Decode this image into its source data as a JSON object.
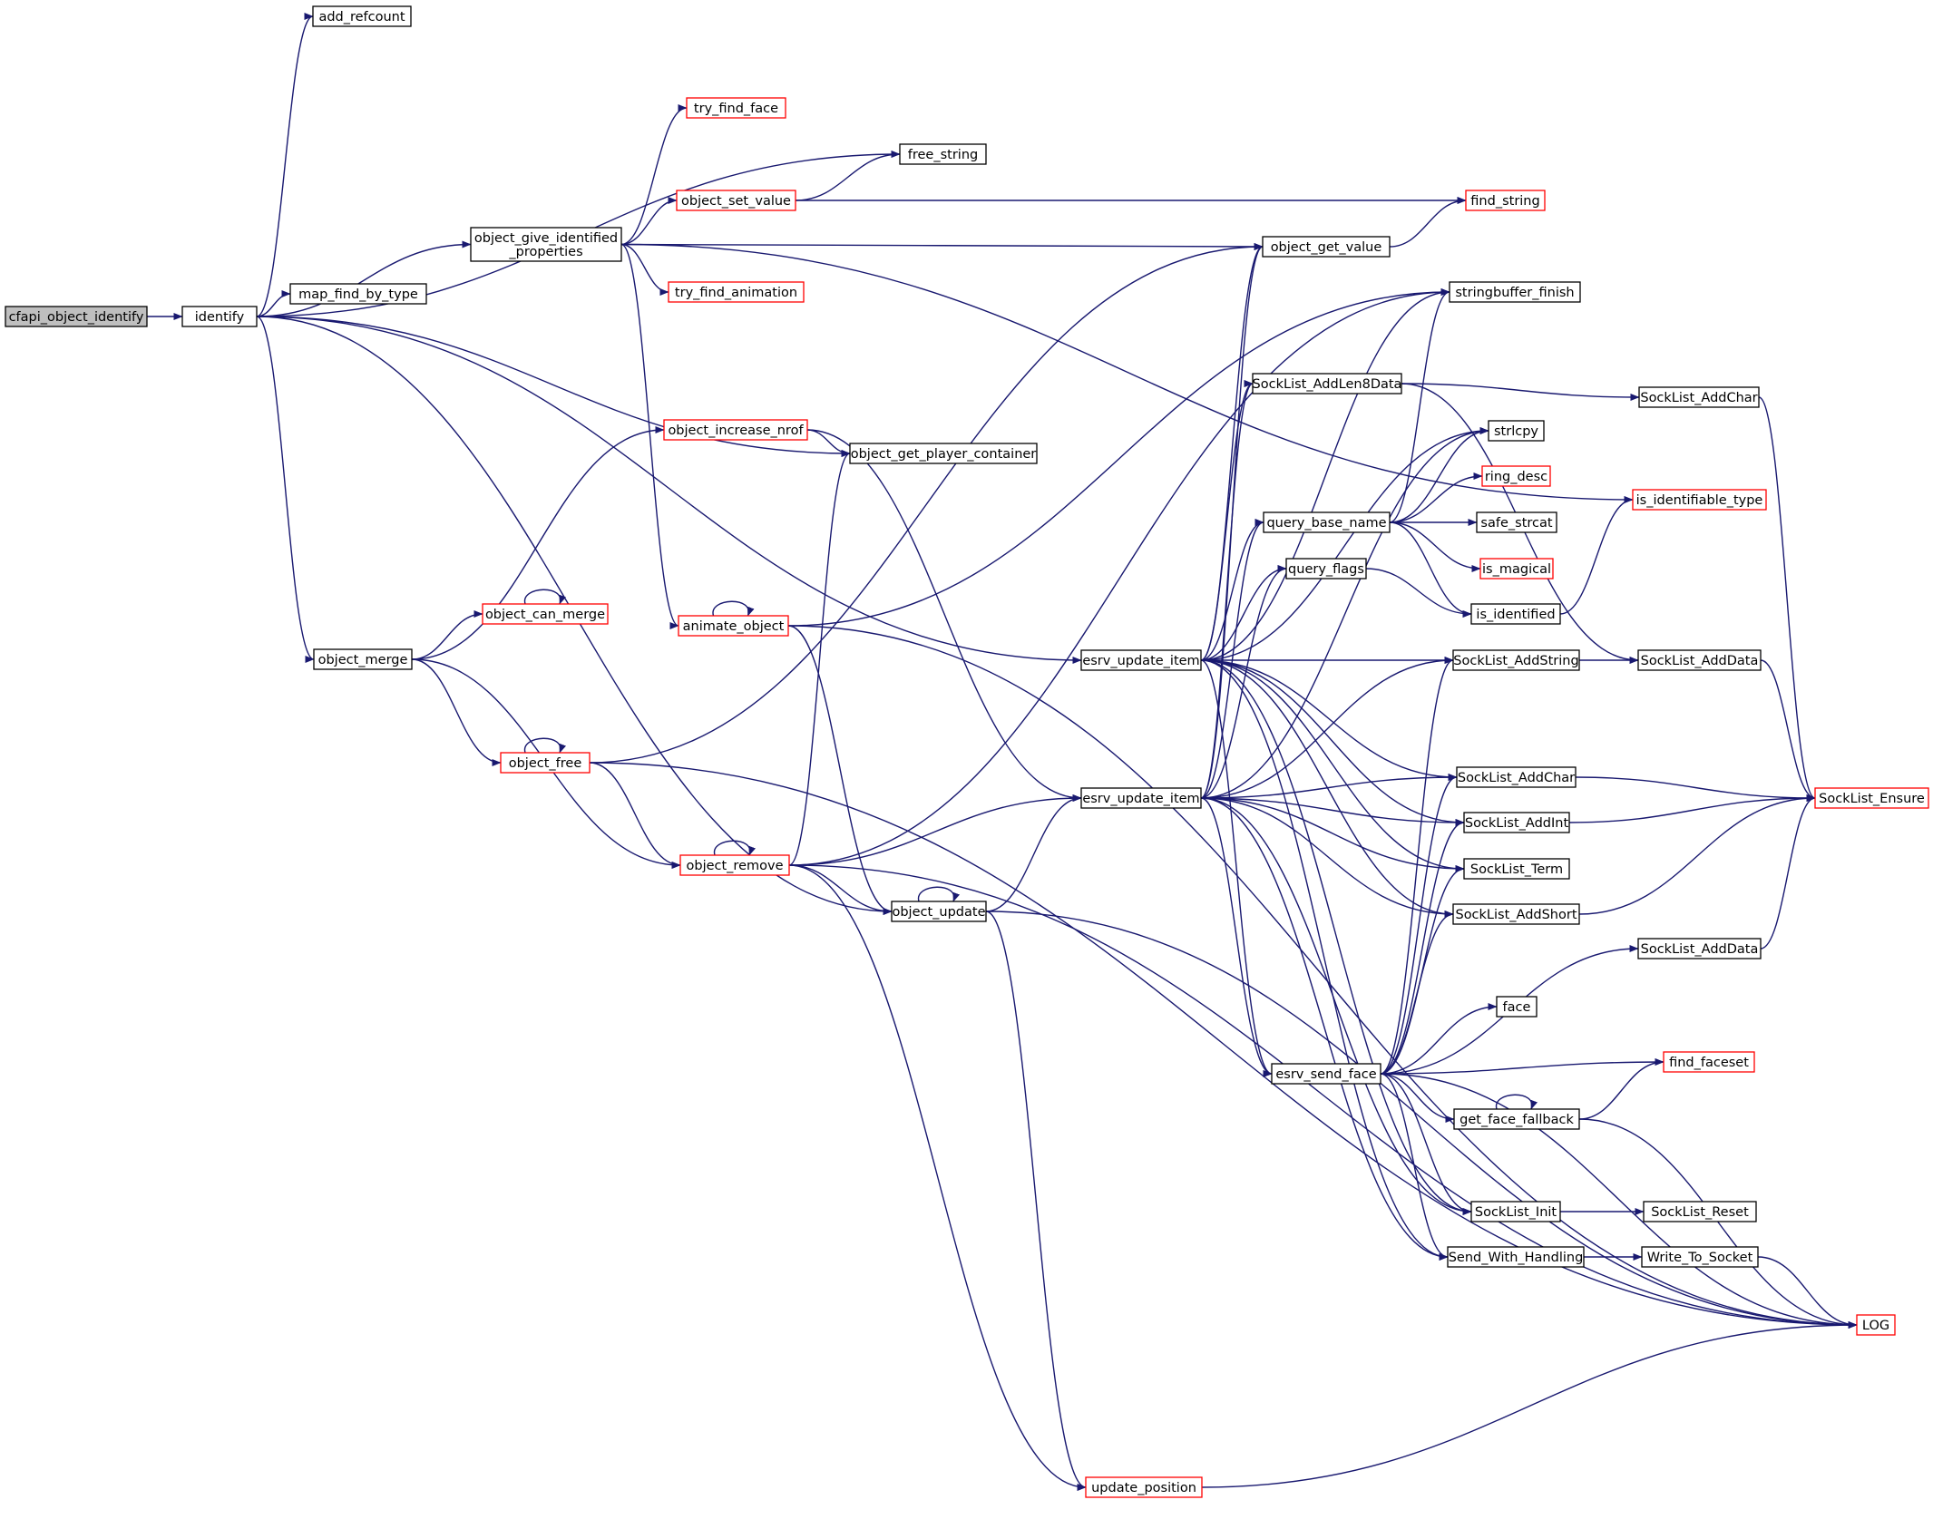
{
  "diagram": {
    "type": "call-graph",
    "colors": {
      "edge": "#191970",
      "node_border_normal": "#000000",
      "node_border_truncated": "#ff0000",
      "root_fill": "#bfbfbf",
      "node_fill": "#ffffff",
      "text": "#000000"
    },
    "nodes": [
      {
        "id": "cfapi_object_identify",
        "label": "cfapi_object_identify",
        "root": true
      },
      {
        "id": "identify",
        "label": "identify"
      },
      {
        "id": "add_refcount",
        "label": "add_refcount"
      },
      {
        "id": "ogip",
        "label": [
          "object_give_identified",
          "_properties"
        ]
      },
      {
        "id": "map_find_by_type",
        "label": "map_find_by_type"
      },
      {
        "id": "try_find_face",
        "label": "try_find_face",
        "truncated": true
      },
      {
        "id": "free_string",
        "label": "free_string"
      },
      {
        "id": "object_set_value",
        "label": "object_set_value",
        "truncated": true
      },
      {
        "id": "find_string",
        "label": "find_string",
        "truncated": true
      },
      {
        "id": "try_find_animation",
        "label": "try_find_animation",
        "truncated": true
      },
      {
        "id": "object_get_value",
        "label": "object_get_value"
      },
      {
        "id": "stringbuffer_finish",
        "label": "stringbuffer_finish"
      },
      {
        "id": "sl_addlen8",
        "label": "SockList_AddLen8Data"
      },
      {
        "id": "sl_addchar1",
        "label": "SockList_AddChar"
      },
      {
        "id": "object_increase_nrof",
        "label": "object_increase_nrof",
        "truncated": true
      },
      {
        "id": "object_get_player_container",
        "label": "object_get_player_container"
      },
      {
        "id": "strlcpy",
        "label": "strlcpy"
      },
      {
        "id": "ring_desc",
        "label": "ring_desc",
        "truncated": true
      },
      {
        "id": "is_identifiable_type",
        "label": "is_identifiable_type",
        "truncated": true
      },
      {
        "id": "query_base_name",
        "label": "query_base_name"
      },
      {
        "id": "safe_strcat",
        "label": "safe_strcat"
      },
      {
        "id": "is_magical",
        "label": "is_magical",
        "truncated": true
      },
      {
        "id": "query_flags",
        "label": "query_flags"
      },
      {
        "id": "is_identified",
        "label": "is_identified"
      },
      {
        "id": "object_can_merge",
        "label": "object_can_merge",
        "truncated": true
      },
      {
        "id": "animate_object",
        "label": "animate_object",
        "truncated": true
      },
      {
        "id": "object_merge",
        "label": "object_merge"
      },
      {
        "id": "esrv_update_item_a",
        "label": "esrv_update_item"
      },
      {
        "id": "sl_addstring",
        "label": "SockList_AddString"
      },
      {
        "id": "sl_adddata1",
        "label": "SockList_AddData"
      },
      {
        "id": "object_free",
        "label": "object_free",
        "truncated": true
      },
      {
        "id": "esrv_update_item_b",
        "label": "esrv_update_item"
      },
      {
        "id": "sl_addchar2",
        "label": "SockList_AddChar"
      },
      {
        "id": "sl_ensure",
        "label": "SockList_Ensure",
        "truncated": true
      },
      {
        "id": "sl_addint",
        "label": "SockList_AddInt"
      },
      {
        "id": "object_remove",
        "label": "object_remove",
        "truncated": true
      },
      {
        "id": "sl_term",
        "label": "SockList_Term"
      },
      {
        "id": "object_update",
        "label": "object_update"
      },
      {
        "id": "sl_addshort",
        "label": "SockList_AddShort"
      },
      {
        "id": "sl_adddata2",
        "label": "SockList_AddData"
      },
      {
        "id": "face",
        "label": "face"
      },
      {
        "id": "esrv_send_face",
        "label": "esrv_send_face"
      },
      {
        "id": "find_faceset",
        "label": "find_faceset",
        "truncated": true
      },
      {
        "id": "get_face_fallback",
        "label": "get_face_fallback"
      },
      {
        "id": "sl_init",
        "label": "SockList_Init"
      },
      {
        "id": "sl_reset",
        "label": "SockList_Reset"
      },
      {
        "id": "send_with_handling",
        "label": "Send_With_Handling"
      },
      {
        "id": "write_to_socket",
        "label": "Write_To_Socket"
      },
      {
        "id": "log",
        "label": "LOG",
        "truncated": true
      },
      {
        "id": "update_position",
        "label": "update_position",
        "truncated": true
      }
    ],
    "edges": [
      [
        "cfapi_object_identify",
        "identify"
      ],
      [
        "identify",
        "add_refcount"
      ],
      [
        "identify",
        "free_string"
      ],
      [
        "identify",
        "ogip"
      ],
      [
        "identify",
        "map_find_by_type"
      ],
      [
        "identify",
        "esrv_update_item_a"
      ],
      [
        "identify",
        "object_get_player_container"
      ],
      [
        "identify",
        "object_merge"
      ],
      [
        "identify",
        "object_update"
      ],
      [
        "ogip",
        "try_find_face"
      ],
      [
        "ogip",
        "is_identifiable_type"
      ],
      [
        "ogip",
        "object_set_value"
      ],
      [
        "ogip",
        "object_get_value"
      ],
      [
        "ogip",
        "try_find_animation"
      ],
      [
        "ogip",
        "animate_object"
      ],
      [
        "object_set_value",
        "free_string"
      ],
      [
        "object_set_value",
        "find_string"
      ],
      [
        "object_get_value",
        "find_string"
      ],
      [
        "object_merge",
        "object_can_merge"
      ],
      [
        "object_can_merge",
        "object_can_merge"
      ],
      [
        "object_merge",
        "object_increase_nrof"
      ],
      [
        "object_merge",
        "object_free"
      ],
      [
        "object_merge",
        "object_remove"
      ],
      [
        "object_increase_nrof",
        "object_get_player_container"
      ],
      [
        "object_increase_nrof",
        "esrv_update_item_b"
      ],
      [
        "object_free",
        "object_free"
      ],
      [
        "object_free",
        "object_get_value"
      ],
      [
        "object_free",
        "object_remove"
      ],
      [
        "object_free",
        "log"
      ],
      [
        "animate_object",
        "animate_object"
      ],
      [
        "animate_object",
        "stringbuffer_finish"
      ],
      [
        "animate_object",
        "object_update"
      ],
      [
        "animate_object",
        "log"
      ],
      [
        "object_remove",
        "object_remove"
      ],
      [
        "object_remove",
        "object_get_player_container"
      ],
      [
        "object_remove",
        "stringbuffer_finish"
      ],
      [
        "object_remove",
        "esrv_update_item_b"
      ],
      [
        "object_remove",
        "object_update"
      ],
      [
        "object_remove",
        "log"
      ],
      [
        "object_remove",
        "update_position"
      ],
      [
        "object_update",
        "object_update"
      ],
      [
        "object_update",
        "esrv_update_item_b"
      ],
      [
        "object_update",
        "log"
      ],
      [
        "object_update",
        "update_position"
      ],
      [
        "update_position",
        "log"
      ],
      [
        "esrv_update_item_a",
        "object_get_value"
      ],
      [
        "esrv_update_item_a",
        "stringbuffer_finish"
      ],
      [
        "esrv_update_item_a",
        "sl_addlen8"
      ],
      [
        "esrv_update_item_a",
        "strlcpy"
      ],
      [
        "esrv_update_item_a",
        "query_base_name"
      ],
      [
        "esrv_update_item_a",
        "query_flags"
      ],
      [
        "esrv_update_item_a",
        "sl_addstring"
      ],
      [
        "esrv_update_item_a",
        "sl_addchar2"
      ],
      [
        "esrv_update_item_a",
        "sl_addint"
      ],
      [
        "esrv_update_item_a",
        "sl_term"
      ],
      [
        "esrv_update_item_a",
        "sl_addshort"
      ],
      [
        "esrv_update_item_a",
        "esrv_send_face"
      ],
      [
        "esrv_update_item_a",
        "sl_init"
      ],
      [
        "esrv_update_item_a",
        "send_with_handling"
      ],
      [
        "esrv_update_item_b",
        "object_get_value"
      ],
      [
        "esrv_update_item_b",
        "sl_addlen8"
      ],
      [
        "esrv_update_item_b",
        "strlcpy"
      ],
      [
        "esrv_update_item_b",
        "query_base_name"
      ],
      [
        "esrv_update_item_b",
        "query_flags"
      ],
      [
        "esrv_update_item_b",
        "sl_addstring"
      ],
      [
        "esrv_update_item_b",
        "sl_addchar2"
      ],
      [
        "esrv_update_item_b",
        "sl_addint"
      ],
      [
        "esrv_update_item_b",
        "sl_term"
      ],
      [
        "esrv_update_item_b",
        "sl_addshort"
      ],
      [
        "esrv_update_item_b",
        "esrv_send_face"
      ],
      [
        "esrv_update_item_b",
        "sl_init"
      ],
      [
        "esrv_update_item_b",
        "send_with_handling"
      ],
      [
        "sl_addlen8",
        "sl_addchar1"
      ],
      [
        "sl_addlen8",
        "sl_adddata1"
      ],
      [
        "sl_addchar1",
        "sl_ensure"
      ],
      [
        "query_base_name",
        "stringbuffer_finish"
      ],
      [
        "query_base_name",
        "strlcpy"
      ],
      [
        "query_base_name",
        "ring_desc"
      ],
      [
        "query_base_name",
        "safe_strcat"
      ],
      [
        "query_base_name",
        "is_magical"
      ],
      [
        "query_base_name",
        "is_identified"
      ],
      [
        "query_flags",
        "is_identified"
      ],
      [
        "is_identified",
        "is_identifiable_type"
      ],
      [
        "sl_addstring",
        "sl_adddata1"
      ],
      [
        "sl_adddata1",
        "sl_ensure"
      ],
      [
        "sl_addchar2",
        "sl_ensure"
      ],
      [
        "sl_addint",
        "sl_ensure"
      ],
      [
        "sl_addshort",
        "sl_ensure"
      ],
      [
        "sl_adddata2",
        "sl_ensure"
      ],
      [
        "esrv_send_face",
        "sl_addstring"
      ],
      [
        "esrv_send_face",
        "sl_addchar2"
      ],
      [
        "esrv_send_face",
        "sl_addint"
      ],
      [
        "esrv_send_face",
        "sl_term"
      ],
      [
        "esrv_send_face",
        "sl_addshort"
      ],
      [
        "esrv_send_face",
        "sl_adddata2"
      ],
      [
        "esrv_send_face",
        "face"
      ],
      [
        "esrv_send_face",
        "find_faceset"
      ],
      [
        "esrv_send_face",
        "get_face_fallback"
      ],
      [
        "esrv_send_face",
        "sl_init"
      ],
      [
        "esrv_send_face",
        "send_with_handling"
      ],
      [
        "esrv_send_face",
        "log"
      ],
      [
        "get_face_fallback",
        "get_face_fallback"
      ],
      [
        "get_face_fallback",
        "find_faceset"
      ],
      [
        "get_face_fallback",
        "log"
      ],
      [
        "sl_init",
        "sl_reset"
      ],
      [
        "send_with_handling",
        "write_to_socket"
      ],
      [
        "write_to_socket",
        "log"
      ]
    ]
  }
}
